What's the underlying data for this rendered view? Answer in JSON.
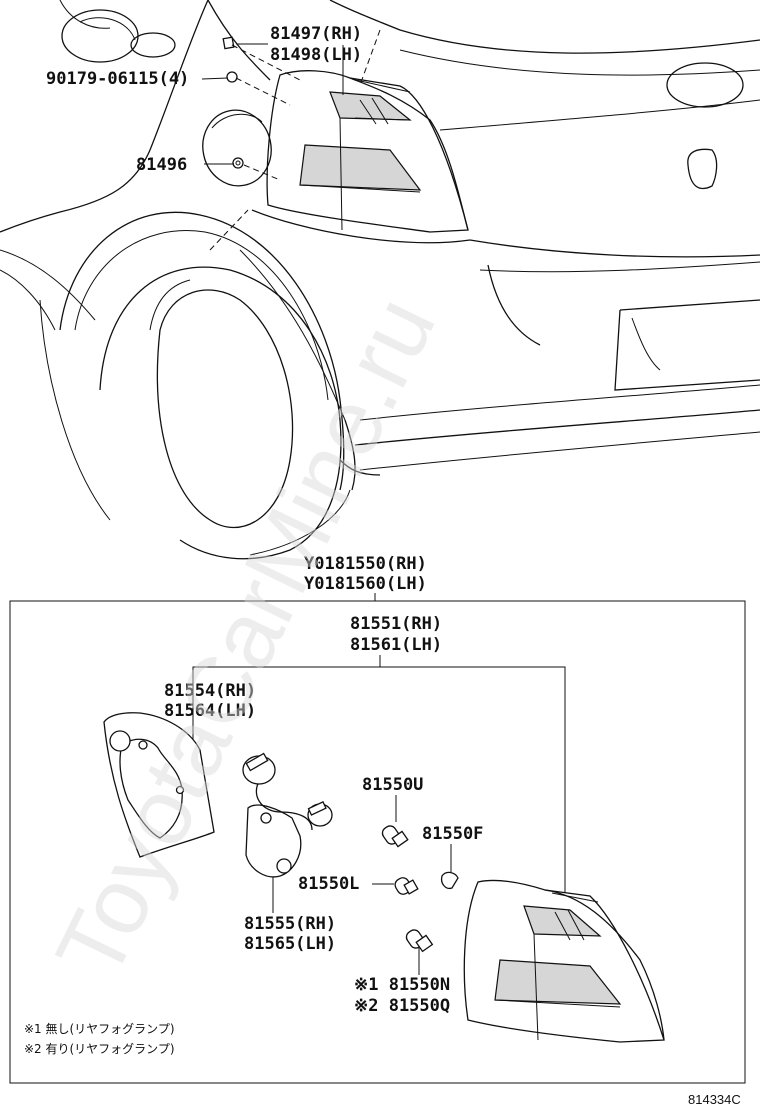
{
  "watermark": "ToyotaCarMine.ru",
  "figure_code": "814334C",
  "callouts": {
    "c81497": "81497(RH)",
    "c81498": "81498(LH)",
    "c90179": "90179-06115(4)",
    "c81496": "81496",
    "y_rh": "Y0181550(RH)",
    "y_lh": "Y0181560(LH)",
    "c81551": "81551(RH)",
    "c81561": "81561(LH)",
    "c81554": "81554(RH)",
    "c81564": "81564(LH)",
    "c81550u": "81550U",
    "c81550f": "81550F",
    "c81550l": "81550L",
    "c81555": "81555(RH)",
    "c81565": "81565(LH)",
    "c81550n": "※1 81550N",
    "c81550q": "※2 81550Q"
  },
  "notes": {
    "note1": "※1 無し(リヤフォグランプ)",
    "note2": "※2 有り(リヤフォグランプ)"
  }
}
